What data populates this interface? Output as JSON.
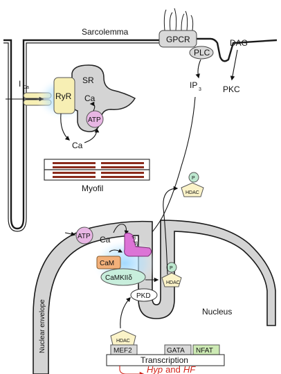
{
  "labels": {
    "sarcolemma": "Sarcolemma",
    "gpcr": "GPCR",
    "plc": "PLC",
    "dag": "DAG",
    "ip3": "IP",
    "ip3_sub": "3",
    "pkc": "PKC",
    "ica": "I",
    "ica_sub": "Ca",
    "ryr": "RyR",
    "sr": "SR",
    "sr_ca": "Ca",
    "atp_top": "ATP",
    "ca_bottom": "Ca",
    "myofil": "Myofil",
    "hdac_p_top": "P",
    "hdac_top": "HDAC",
    "atp_nuc": "ATP",
    "ca_nuc": "Ca",
    "ip3r": "IP₃R",
    "camk": "CaMKIIδ",
    "cam": "CaM",
    "hdac_p_mid": "P",
    "hdac_mid": "HDAC",
    "pkd": "PKD",
    "nuclear_envelope": "Nuclear envelope",
    "nucleus": "Nucleus",
    "hdac_bottom": "HDAC",
    "mef2": "MEF2",
    "gata": "GATA",
    "nfat": "NFAT",
    "transcription": "Transcription",
    "hyp": "Hyp",
    "and": "and",
    "hf": "HF"
  },
  "colors": {
    "membrane": "#1a1a1a",
    "envelope_fill": "#d4d4d4",
    "ryr_yellow": "#f7efb4",
    "atp_pink": "#e8b6e4",
    "ip3r_magenta": "#dc74d6",
    "cam_orange": "#f2b07a",
    "camk_teal": "#c8eedc",
    "glow_blue": "#9fd8ff",
    "hdac_yellow": "#fbf3c8",
    "p_green": "#bde8cf",
    "nfat_green": "#cdeab4",
    "red_output": "#d2251b"
  }
}
